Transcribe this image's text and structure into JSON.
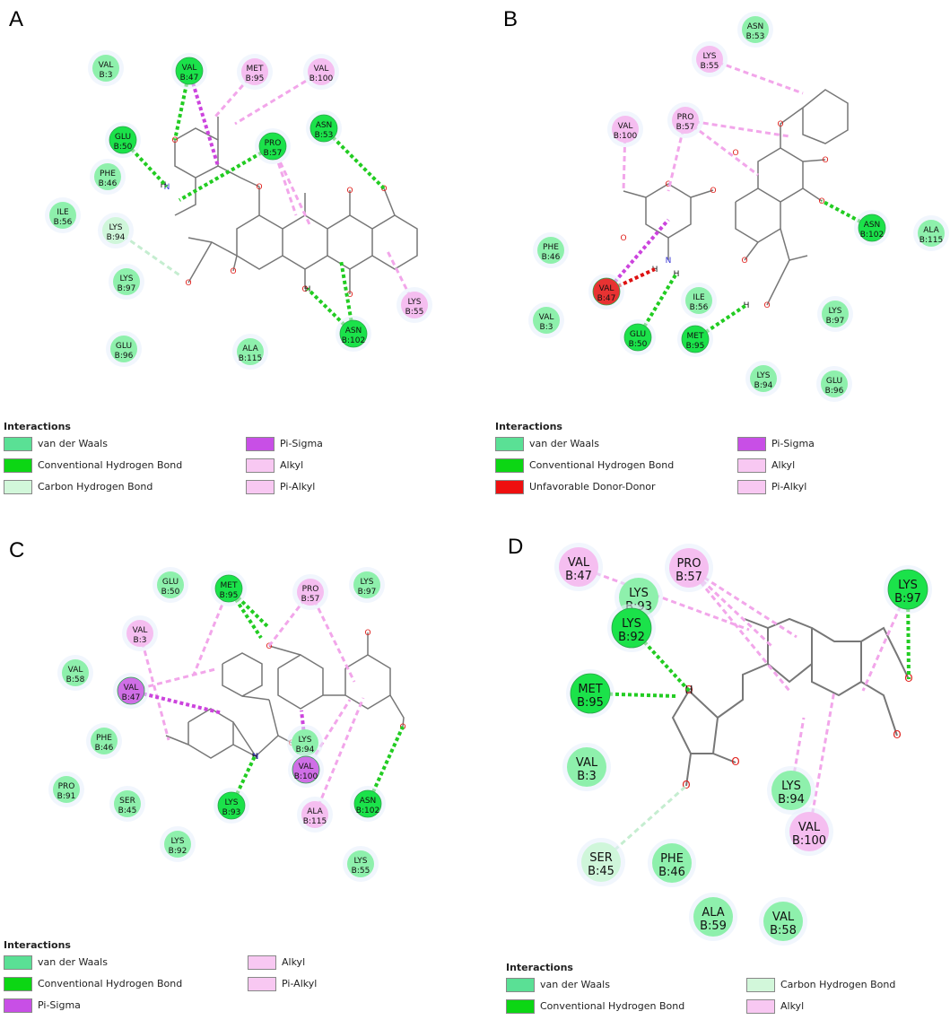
{
  "colors": {
    "vdw": "#8ef0ac",
    "hbond": "#1be24a",
    "chbond": "#cff6da",
    "pisigma": "#cf6fe6",
    "alkyl": "#f5bef0",
    "unfav": "#e83232",
    "vdw_swatch": "#5ae095",
    "hbond_swatch": "#0cd614",
    "chbond_swatch": "#d2f7da",
    "pisigma_swatch": "#c84fe6",
    "alkyl_swatch": "#f8c8f2",
    "unfav_swatch": "#ee1010",
    "bond_line": "#777777",
    "hbond_line": "#22cc22",
    "alkyl_line": "#f2a6ea",
    "pisigma_line": "#cc44dd",
    "chbond_line": "#bfeccc",
    "unfav_line": "#dd1111"
  },
  "panels": {
    "A": {
      "letter": "A",
      "residues": [
        {
          "name": "VAL",
          "id": "B:3",
          "type": "vdw"
        },
        {
          "name": "VAL",
          "id": "B:47",
          "type": "hbond"
        },
        {
          "name": "MET",
          "id": "B:95",
          "type": "alkyl"
        },
        {
          "name": "VAL",
          "id": "B:100",
          "type": "alkyl"
        },
        {
          "name": "GLU",
          "id": "B:50",
          "type": "hbond"
        },
        {
          "name": "PRO",
          "id": "B:57",
          "type": "hbond"
        },
        {
          "name": "ASN",
          "id": "B:53",
          "type": "hbond"
        },
        {
          "name": "PHE",
          "id": "B:46",
          "type": "vdw"
        },
        {
          "name": "ILE",
          "id": "B:56",
          "type": "vdw"
        },
        {
          "name": "LYS",
          "id": "B:94",
          "type": "chbond"
        },
        {
          "name": "LYS",
          "id": "B:97",
          "type": "vdw"
        },
        {
          "name": "GLU",
          "id": "B:96",
          "type": "vdw"
        },
        {
          "name": "ALA",
          "id": "B:115",
          "type": "vdw"
        },
        {
          "name": "ASN",
          "id": "B:102",
          "type": "hbond"
        },
        {
          "name": "LYS",
          "id": "B:55",
          "type": "alkyl"
        }
      ],
      "legend": {
        "title": "Interactions",
        "items": [
          {
            "label": "van der Waals",
            "type": "vdw"
          },
          {
            "label": "Conventional Hydrogen Bond",
            "type": "hbond"
          },
          {
            "label": "Carbon Hydrogen Bond",
            "type": "chbond"
          },
          {
            "label": "Pi-Sigma",
            "type": "pisigma"
          },
          {
            "label": "Alkyl",
            "type": "alkyl"
          },
          {
            "label": "Pi-Alkyl",
            "type": "alkyl"
          }
        ]
      }
    },
    "B": {
      "letter": "B",
      "residues": [
        {
          "name": "ASN",
          "id": "B:53",
          "type": "vdw"
        },
        {
          "name": "LYS",
          "id": "B:55",
          "type": "alkyl"
        },
        {
          "name": "VAL",
          "id": "B:100",
          "type": "alkyl"
        },
        {
          "name": "PRO",
          "id": "B:57",
          "type": "alkyl"
        },
        {
          "name": "ASN",
          "id": "B:102",
          "type": "hbond"
        },
        {
          "name": "ALA",
          "id": "B:115",
          "type": "vdw"
        },
        {
          "name": "PHE",
          "id": "B:46",
          "type": "vdw"
        },
        {
          "name": "VAL",
          "id": "B:47",
          "type": "unfav"
        },
        {
          "name": "ILE",
          "id": "B:56",
          "type": "vdw"
        },
        {
          "name": "VAL",
          "id": "B:3",
          "type": "vdw"
        },
        {
          "name": "GLU",
          "id": "B:50",
          "type": "hbond"
        },
        {
          "name": "MET",
          "id": "B:95",
          "type": "hbond"
        },
        {
          "name": "LYS",
          "id": "B:97",
          "type": "vdw"
        },
        {
          "name": "LYS",
          "id": "B:94",
          "type": "vdw"
        },
        {
          "name": "GLU",
          "id": "B:96",
          "type": "vdw"
        }
      ],
      "legend": {
        "title": "Interactions",
        "items": [
          {
            "label": "van der Waals",
            "type": "vdw"
          },
          {
            "label": "Conventional Hydrogen Bond",
            "type": "hbond"
          },
          {
            "label": "Unfavorable Donor-Donor",
            "type": "unfav"
          },
          {
            "label": "Pi-Sigma",
            "type": "pisigma"
          },
          {
            "label": "Alkyl",
            "type": "alkyl"
          },
          {
            "label": "Pi-Alkyl",
            "type": "alkyl"
          }
        ]
      }
    },
    "C": {
      "letter": "C",
      "residues": [
        {
          "name": "GLU",
          "id": "B:50",
          "type": "vdw"
        },
        {
          "name": "MET",
          "id": "B:95",
          "type": "hbond"
        },
        {
          "name": "PRO",
          "id": "B:57",
          "type": "alkyl"
        },
        {
          "name": "LYS",
          "id": "B:97",
          "type": "vdw"
        },
        {
          "name": "VAL",
          "id": "B:3",
          "type": "alkyl"
        },
        {
          "name": "VAL",
          "id": "B:58",
          "type": "vdw"
        },
        {
          "name": "VAL",
          "id": "B:47",
          "type": "pisigma"
        },
        {
          "name": "PHE",
          "id": "B:46",
          "type": "vdw"
        },
        {
          "name": "LYS",
          "id": "B:94",
          "type": "vdw"
        },
        {
          "name": "VAL",
          "id": "B:100",
          "type": "pisigma"
        },
        {
          "name": "PRO",
          "id": "B:91",
          "type": "vdw"
        },
        {
          "name": "SER",
          "id": "B:45",
          "type": "vdw"
        },
        {
          "name": "LYS",
          "id": "B:93",
          "type": "hbond"
        },
        {
          "name": "ALA",
          "id": "B:115",
          "type": "alkyl"
        },
        {
          "name": "ASN",
          "id": "B:102",
          "type": "hbond"
        },
        {
          "name": "LYS",
          "id": "B:92",
          "type": "vdw"
        },
        {
          "name": "LYS",
          "id": "B:55",
          "type": "vdw"
        }
      ],
      "legend": {
        "title": "Interactions",
        "items": [
          {
            "label": "van der Waals",
            "type": "vdw"
          },
          {
            "label": "Conventional Hydrogen Bond",
            "type": "hbond"
          },
          {
            "label": "Pi-Sigma",
            "type": "pisigma"
          },
          {
            "label": "Alkyl",
            "type": "alkyl"
          },
          {
            "label": "Pi-Alkyl",
            "type": "alkyl"
          }
        ]
      }
    },
    "D": {
      "letter": "D",
      "residues": [
        {
          "name": "VAL",
          "id": "B:47",
          "type": "alkyl"
        },
        {
          "name": "PRO",
          "id": "B:57",
          "type": "alkyl"
        },
        {
          "name": "LYS",
          "id": "B:97",
          "type": "hbond"
        },
        {
          "name": "LYS",
          "id": "B:93",
          "type": "vdw"
        },
        {
          "name": "LYS",
          "id": "B:92",
          "type": "hbond"
        },
        {
          "name": "MET",
          "id": "B:95",
          "type": "hbond"
        },
        {
          "name": "VAL",
          "id": "B:3",
          "type": "vdw"
        },
        {
          "name": "LYS",
          "id": "B:94",
          "type": "vdw"
        },
        {
          "name": "VAL",
          "id": "B:100",
          "type": "alkyl"
        },
        {
          "name": "SER",
          "id": "B:45",
          "type": "chbond"
        },
        {
          "name": "PHE",
          "id": "B:46",
          "type": "vdw"
        },
        {
          "name": "VAL",
          "id": "B:58",
          "type": "vdw"
        },
        {
          "name": "ALA",
          "id": "B:59",
          "type": "vdw"
        }
      ],
      "legend": {
        "title": "Interactions",
        "items": [
          {
            "label": "van der Waals",
            "type": "vdw"
          },
          {
            "label": "Conventional Hydrogen Bond",
            "type": "hbond"
          },
          {
            "label": "Carbon Hydrogen Bond",
            "type": "chbond"
          },
          {
            "label": "Alkyl",
            "type": "alkyl"
          }
        ]
      }
    }
  },
  "atom_labels": {
    "O": "O",
    "N": "N",
    "H": "H"
  }
}
